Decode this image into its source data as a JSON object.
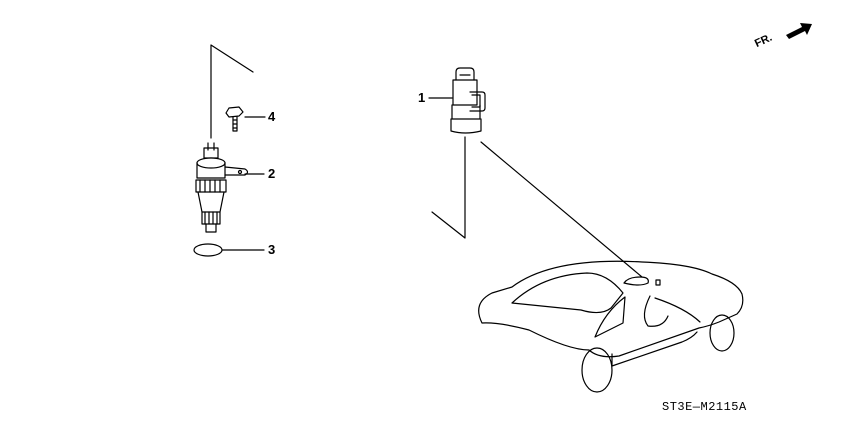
{
  "diagram": {
    "direction_indicator": {
      "label": "FR.",
      "icon": "arrow-icon"
    },
    "callouts": [
      {
        "number": "1",
        "part": "connector-sensor"
      },
      {
        "number": "2",
        "part": "speed-sensor"
      },
      {
        "number": "3",
        "part": "o-ring"
      },
      {
        "number": "4",
        "part": "bolt"
      }
    ],
    "diagram_code": "ST3E—M2115A",
    "colors": {
      "line": "#000000",
      "background": "#ffffff"
    }
  }
}
